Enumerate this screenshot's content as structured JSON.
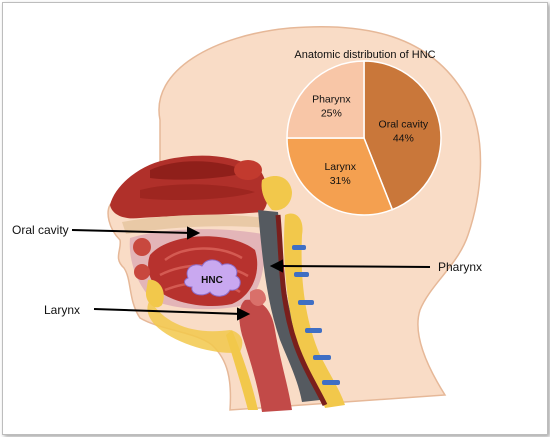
{
  "pie": {
    "title": "Anatomic distribution of HNC",
    "slices": [
      {
        "label": "Oral cavity",
        "pct": "44%",
        "value": 44,
        "color": "#c9773a"
      },
      {
        "label": "Larynx",
        "pct": "31%",
        "value": 31,
        "color": "#f4a050"
      },
      {
        "label": "Pharynx",
        "pct": "25%",
        "value": 25,
        "color": "#f8c6a7"
      }
    ]
  },
  "labels": {
    "oral_cavity": "Oral cavity",
    "larynx": "Larynx",
    "pharynx": "Pharynx",
    "tumor": "HNC"
  }
}
